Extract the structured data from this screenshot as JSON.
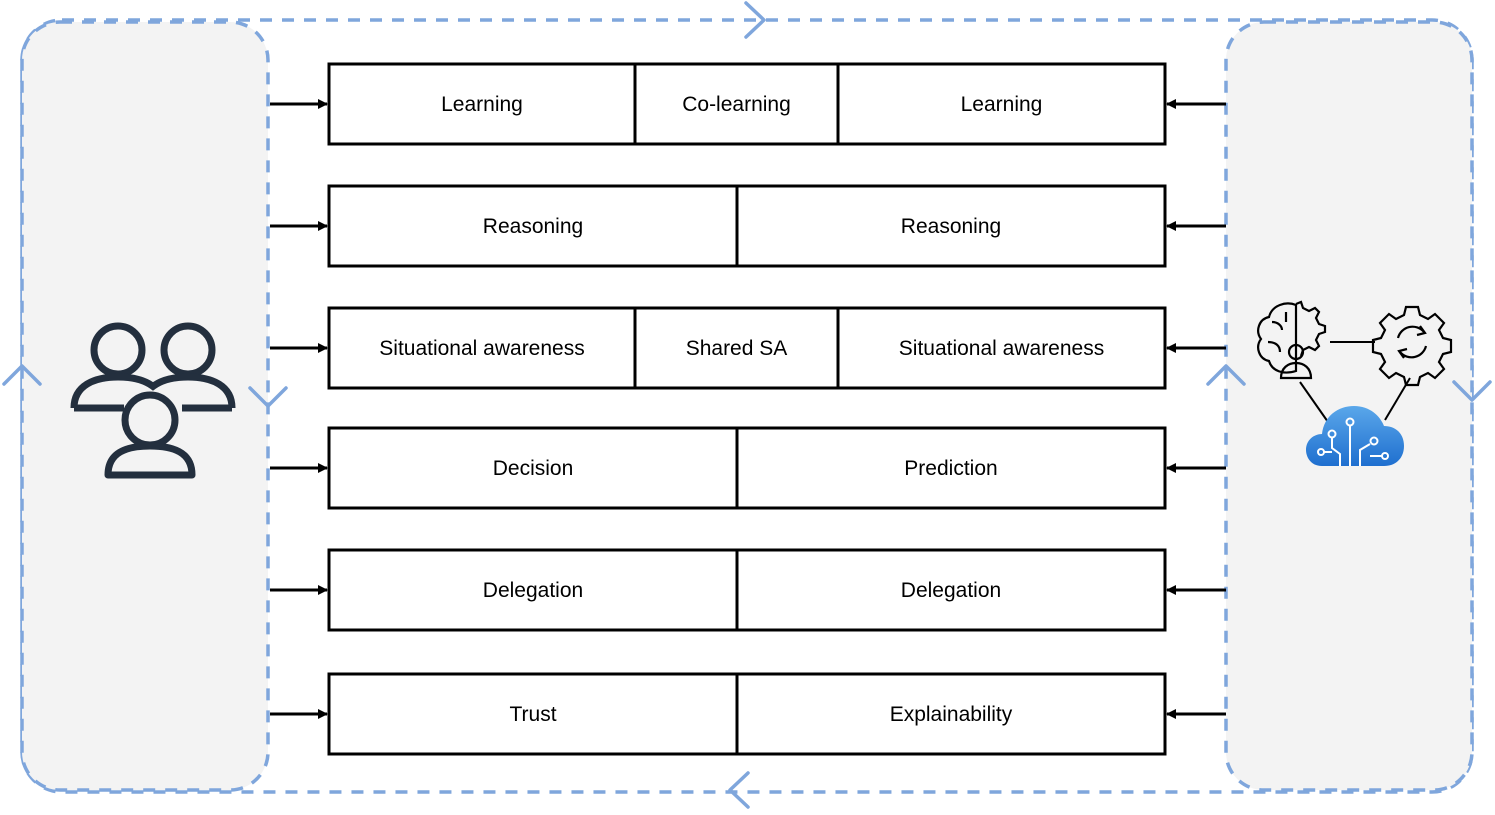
{
  "diagram": {
    "rows": [
      {
        "cells": [
          "Learning",
          "Co-learning",
          "Learning"
        ]
      },
      {
        "cells": [
          "Reasoning",
          "Reasoning"
        ]
      },
      {
        "cells": [
          "Situational awareness",
          "Shared SA",
          "Situational awareness"
        ]
      },
      {
        "cells": [
          "Decision",
          "Prediction"
        ]
      },
      {
        "cells": [
          "Delegation",
          "Delegation"
        ]
      },
      {
        "cells": [
          "Trust",
          "Explainability"
        ]
      }
    ],
    "left_panel": {
      "icon": "users-group-icon"
    },
    "right_panel": {
      "icons": [
        "ai-brain-gear-user-icon",
        "sync-gear-icon",
        "cloud-circuit-icon"
      ]
    },
    "colors": {
      "dashed_border": "#7fa6dc",
      "panel_fill": "#f3f3f3",
      "users_icon": "#232f3e",
      "cloud_icon": "#2f86d8"
    }
  }
}
